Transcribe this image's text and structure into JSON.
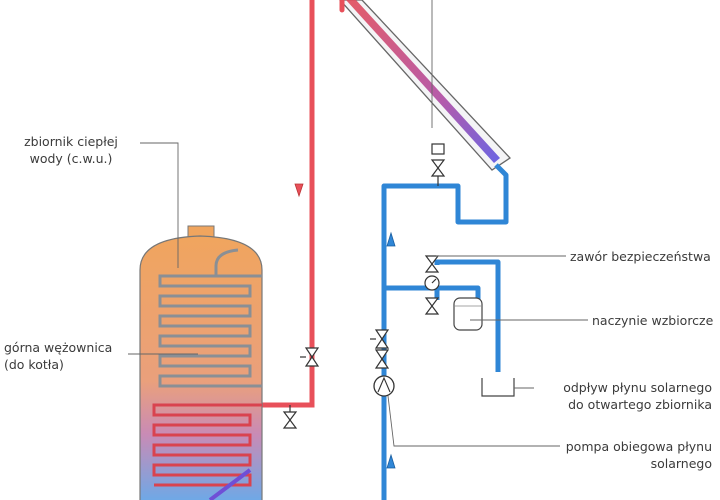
{
  "labels": {
    "tank": [
      "zbiornik ciepłej",
      "wody (c.w.u.)"
    ],
    "upper_coil": [
      "górna wężownica",
      "(do kotła)"
    ],
    "safety_valve": "zawór bezpieczeństwa",
    "expansion_vessel": "naczynie wzbiorcze",
    "drain": [
      "odpływ płynu solarnego",
      "do otwartego zbiornika"
    ],
    "pump": [
      "pompa obiegowa płynu",
      "solarnego"
    ]
  },
  "colors": {
    "hot_pipe": "#e8505a",
    "cold_pipe": "#2f86d6",
    "tank_top": "#f0a55e",
    "tank_bottom": "#6fa8e6",
    "coil_upper": "#8a8f95",
    "coil_lower": "#d9434f",
    "collector_hot": "#e24b59",
    "collector_cold": "#6f4fd6"
  }
}
